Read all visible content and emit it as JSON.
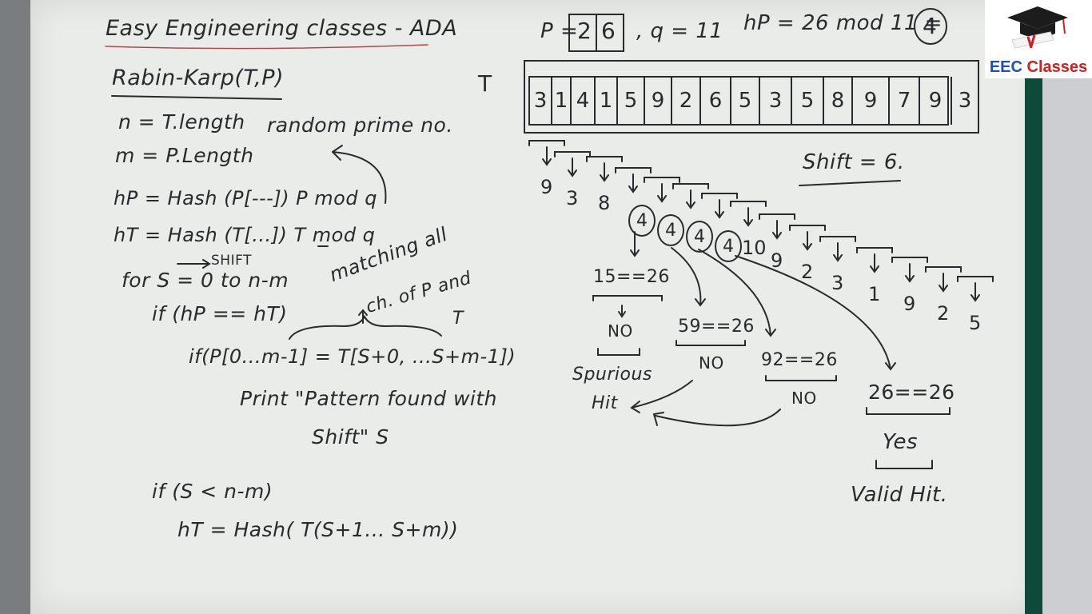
{
  "header": {
    "title": "Easy Engineering classes - ADA",
    "pattern_label": "P =",
    "pattern_digits": [
      "2",
      "6"
    ],
    "q_text": ", q = 11",
    "hp_text": "hP = 26 mod 11 =",
    "hp_value": "4"
  },
  "logo": {
    "part1": "EEC",
    "part2": "Classes",
    "icon": "graduation-cap-icon",
    "colors": [
      "#1f4fb5",
      "#d11f1f"
    ]
  },
  "algorithm": {
    "title": "Rabin-Karp(T,P)",
    "lines": [
      "n = T.length",
      "random prime no.",
      "m = P.Length",
      "hP = Hash (P[---]) P mod q",
      "hT = Hash (T[...]) T mod q",
      "SHIFT",
      "for S = 0 to n-m",
      "matching all",
      "ch. of P and",
      "T",
      "if (hP == hT)",
      "if(P[0...m-1] = T[S+0, ...S+m-1])",
      "Print \"Pattern found with",
      "Shift\" S",
      "if (S < n-m)",
      "hT = Hash( T(S+1... S+m))"
    ]
  },
  "text_array": {
    "label": "T",
    "cells": [
      "3",
      "1",
      "4",
      "1",
      "5",
      "9",
      "2",
      "6",
      "5",
      "3",
      "5",
      "8",
      "9",
      "7",
      "9",
      "3"
    ]
  },
  "hash_values": [
    "9",
    "3",
    "8",
    "4",
    "4",
    "4",
    "4",
    "10",
    "9",
    "2",
    "3",
    "1",
    "9",
    "2",
    "5"
  ],
  "circled_indices": [
    3,
    4,
    5,
    6
  ],
  "shift_note": "Shift = 6.",
  "checks": [
    {
      "compare": "15==26",
      "result": "NO",
      "note": "Spurious",
      "note2": "Hit"
    },
    {
      "compare": "59==26",
      "result": "NO"
    },
    {
      "compare": "92==26",
      "result": "NO"
    },
    {
      "compare": "26==26",
      "result": "Yes",
      "note": "Valid Hit."
    }
  ]
}
